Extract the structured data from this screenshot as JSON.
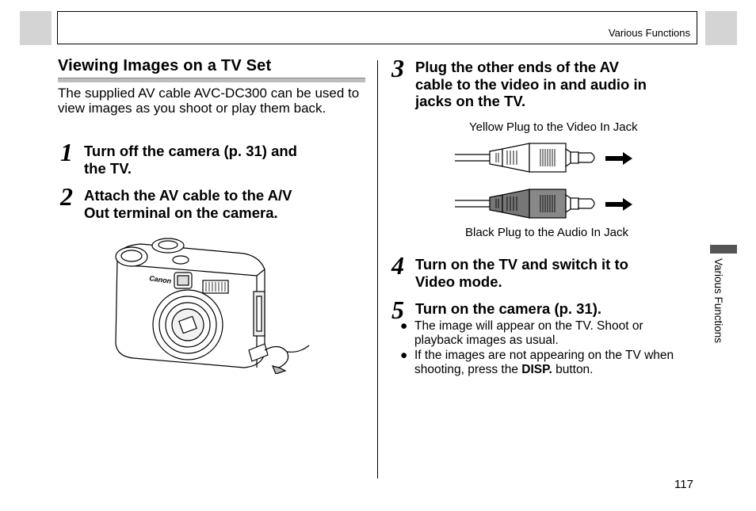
{
  "header": {
    "title": "Various Functions"
  },
  "section": {
    "title": "Viewing Images on a TV Set",
    "intro": "The supplied AV cable AVC-DC300 can be used to view images as you shoot or play them back."
  },
  "steps": [
    {
      "num": "1",
      "lines": [
        "Turn off the camera (p. 31) and",
        "the TV."
      ]
    },
    {
      "num": "2",
      "lines": [
        "Attach the AV cable to the A/V",
        "Out terminal on the camera."
      ]
    },
    {
      "num": "3",
      "lines": [
        "Plug the other ends of the AV",
        "cable to the video in and audio in",
        "jacks on the TV."
      ]
    },
    {
      "num": "4",
      "lines": [
        "Turn on the TV and switch it to",
        "Video mode."
      ]
    },
    {
      "num": "5",
      "lines": [
        "Turn on the camera (p. 31)."
      ]
    }
  ],
  "diagram": {
    "yellow_caption": "Yellow Plug to the Video In Jack",
    "black_caption": "Black Plug to the Audio In Jack",
    "camera_brand": "Canon"
  },
  "bullets": [
    {
      "text": "The image will appear on the TV. Shoot or playback images as usual."
    },
    {
      "pre": "If the images are not appearing on the TV when shooting, press the ",
      "bold": "DISP.",
      "post": " button."
    }
  ],
  "sidebar": {
    "label": "Various Functions"
  },
  "footer": {
    "page_number": "117"
  },
  "colors": {
    "corner_gray": "#d4d4d4",
    "tab_dark": "#555555",
    "rule_gray": "#bdbdbd"
  }
}
